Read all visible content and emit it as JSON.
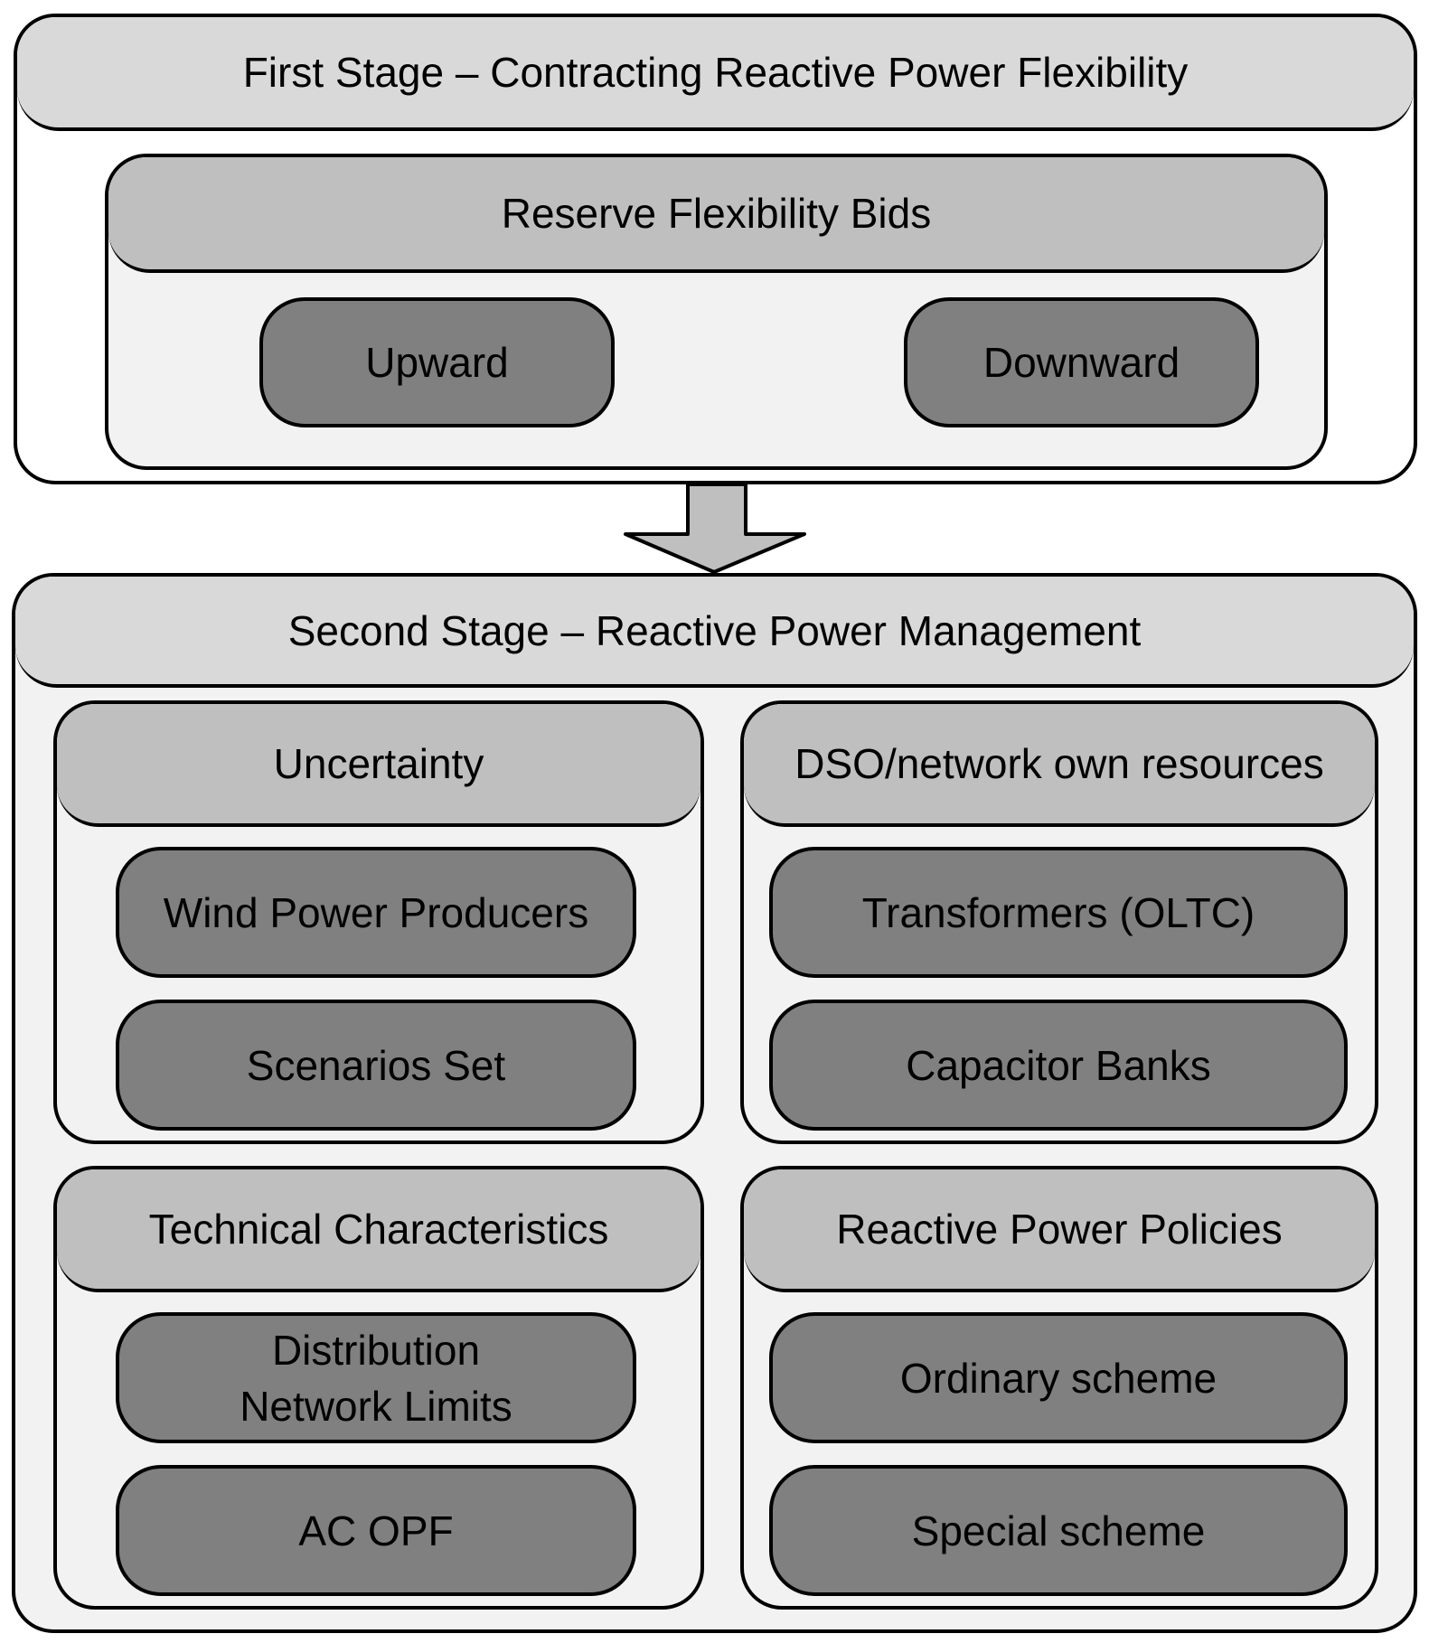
{
  "first_stage": {
    "title": "First Stage – Contracting Reactive Power Flexibility",
    "reserve": {
      "title": "Reserve Flexibility Bids",
      "upward": "Upward",
      "downward": "Downward"
    }
  },
  "second_stage": {
    "title": "Second Stage – Reactive Power Management",
    "uncertainty": {
      "title": "Uncertainty",
      "items": [
        "Wind Power Producers",
        "Scenarios Set"
      ]
    },
    "dso": {
      "title": "DSO/network own resources",
      "items": [
        "Transformers (OLTC)",
        "Capacitor Banks"
      ]
    },
    "technical": {
      "title": "Technical Characteristics",
      "item1_line1": "Distribution",
      "item1_line2": "Network Limits",
      "item2": "AC OPF"
    },
    "policies": {
      "title": "Reactive Power Policies",
      "items": [
        "Ordinary scheme",
        "Special scheme"
      ]
    }
  },
  "colors": {
    "stage_header": "#d9d9d9",
    "group_header": "#bfbfbf",
    "group_body": "#f2f2f2",
    "pill": "#808080",
    "border": "#000000"
  }
}
